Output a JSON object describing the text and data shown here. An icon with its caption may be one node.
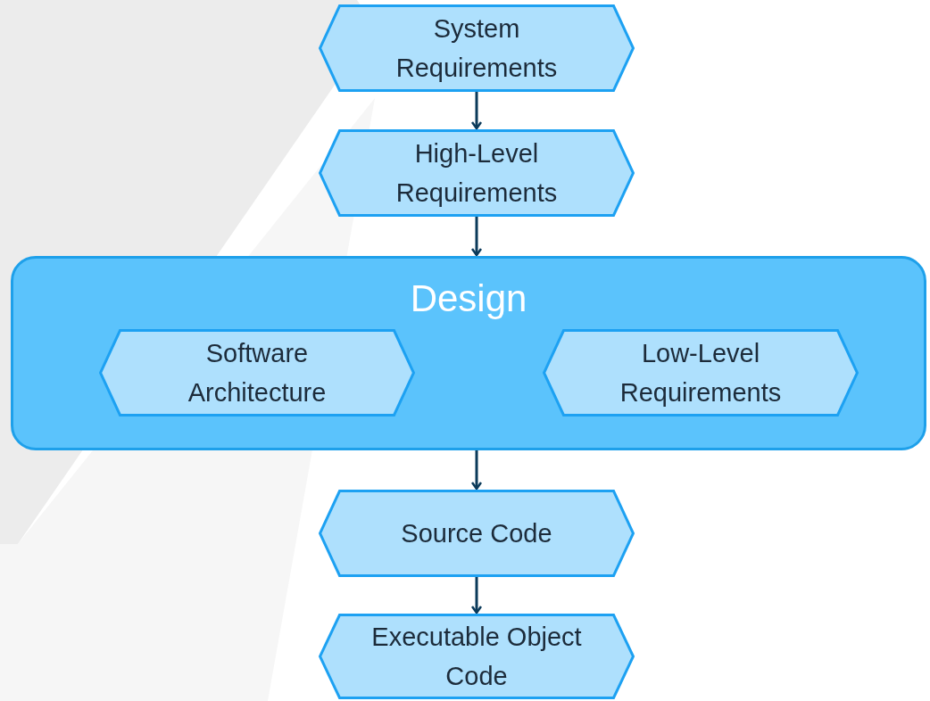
{
  "diagram": {
    "nodes": [
      {
        "text": [
          "System Requirements"
        ]
      },
      {
        "text": [
          "High-Level Requirements"
        ]
      },
      {
        "text": [
          "Design"
        ]
      },
      {
        "text": [
          "Software Architecture"
        ],
        "in": 2
      },
      {
        "text": [
          "Low-Level Requirements"
        ],
        "in": 2
      },
      {
        "text": [
          "Source Code"
        ]
      },
      {
        "text": [
          "Executable Object Code"
        ]
      }
    ],
    "edges": [
      {
        "from": 0,
        "to": 1,
        "arrow": "to"
      },
      {
        "from": 1,
        "to": 2,
        "arrow": "to"
      },
      {
        "from": 2,
        "to": 5,
        "arrow": "to"
      },
      {
        "from": 5,
        "to": 6,
        "arrow": "to"
      }
    ]
  }
}
